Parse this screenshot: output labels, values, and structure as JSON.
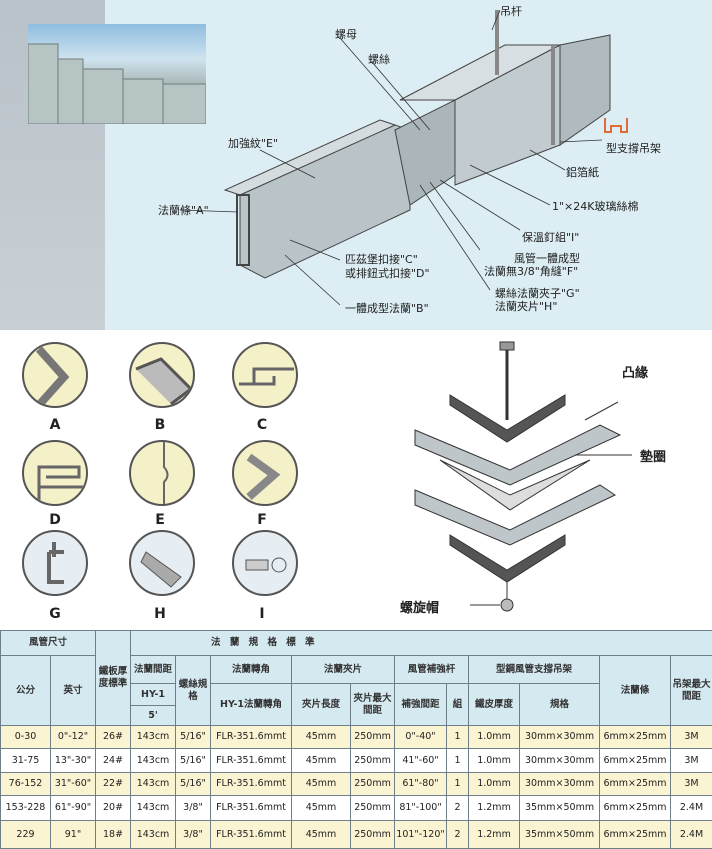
{
  "diagram": {
    "labels": {
      "hanger_rod": "吊杆",
      "nut": "螺母",
      "screw": "螺絲",
      "support_hanger": "型支撐吊架",
      "foil_paper": "鋁箔紙",
      "glass_wool": "1\"×24K玻璃絲棉",
      "insulation_nail": "保溫釘組\"I\"",
      "rib_e": "加強紋\"E\"",
      "flange_strip_a": "法蘭條\"A\"",
      "pittsburgh_c": "匹茲堡扣接\"C\"",
      "button_d": "或排鈕式扣接\"D\"",
      "integral_flange_b": "一體成型法蘭\"B\"",
      "duct_flange_f1": "風管一體成型",
      "duct_flange_f2": "法蘭無3/8\"角縫\"F\"",
      "clip_g": "螺絲法蘭夾子\"G\"",
      "clip_h": "法蘭夾片\"H\""
    },
    "details": [
      "A",
      "B",
      "C",
      "D",
      "E",
      "F",
      "G",
      "H",
      "I"
    ],
    "exploded": {
      "flange": "凸緣",
      "gasket": "墊圈",
      "cap": "螺旋帽"
    }
  },
  "table": {
    "title": "法 蘭 規 格 標 準",
    "h": {
      "duct_size": "風管尺寸",
      "cm": "公分",
      "inch": "英寸",
      "thickness": "鐵板厚度標準",
      "spacing": "法蘭間距",
      "hy1": "HY-1",
      "five": "5'",
      "screw": "螺絲規格",
      "corner": "法蘭轉角",
      "hy1corner": "HY-1法蘭轉角",
      "clip": "法蘭夾片",
      "clip_len": "夾片長度",
      "clip_max": "夾片最大間距",
      "reinforce": "風管補強杆",
      "rein_spacing": "補強間距",
      "group": "組",
      "hanger": "型鋼風管支撐吊架",
      "sheet": "鐵皮厚度",
      "spec": "規格",
      "strip": "法蘭條",
      "hanger_max": "吊架最大間距"
    },
    "rows": [
      [
        "0-30",
        "0\"-12\"",
        "26#",
        "143cm",
        "5/16\"",
        "FLR-351.6mmt",
        "45mm",
        "250mm",
        "0\"-40\"",
        "1",
        "1.0mm",
        "30mm×30mm",
        "6mm×25mm",
        "3M"
      ],
      [
        "31-75",
        "13\"-30\"",
        "24#",
        "143cm",
        "5/16\"",
        "FLR-351.6mmt",
        "45mm",
        "250mm",
        "41\"-60\"",
        "1",
        "1.0mm",
        "30mm×30mm",
        "6mm×25mm",
        "3M"
      ],
      [
        "76-152",
        "31\"-60\"",
        "22#",
        "143cm",
        "5/16\"",
        "FLR-351.6mmt",
        "45mm",
        "250mm",
        "61\"-80\"",
        "1",
        "1.0mm",
        "30mm×30mm",
        "6mm×25mm",
        "3M"
      ],
      [
        "153-228",
        "61\"-90\"",
        "20#",
        "143cm",
        "3/8\"",
        "FLR-351.6mmt",
        "45mm",
        "250mm",
        "81\"-100\"",
        "2",
        "1.2mm",
        "35mm×50mm",
        "6mm×25mm",
        "2.4M"
      ],
      [
        "229",
        "91\"",
        "18#",
        "143cm",
        "3/8\"",
        "FLR-351.6mmt",
        "45mm",
        "250mm",
        "101\"-120\"",
        "2",
        "1.2mm",
        "35mm×50mm",
        "6mm×25mm",
        "2.4M"
      ]
    ]
  }
}
